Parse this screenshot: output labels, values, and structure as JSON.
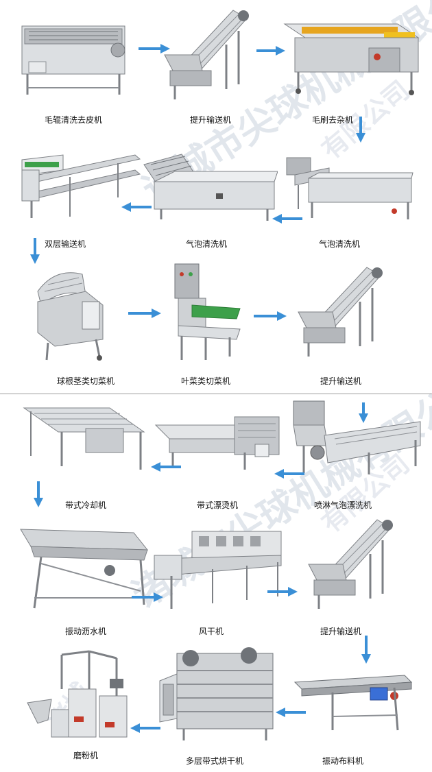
{
  "watermark": {
    "main_upper": "诸城市尖球机械有限公司",
    "main_lower": "诸城市尖球机械有限公司",
    "side_upper": "有限公司",
    "side_lower": "有限公司",
    "left_lower": "诸城"
  },
  "machines": [
    {
      "label": "毛辊清洗去皮机"
    },
    {
      "label": "提升输送机"
    },
    {
      "label": "毛刷去杂机"
    },
    {
      "label": "双层输送机"
    },
    {
      "label": "气泡清洗机"
    },
    {
      "label": "气泡清洗机"
    },
    {
      "label": "球根茎类切菜机"
    },
    {
      "label": "叶菜类切菜机"
    },
    {
      "label": "提升输送机"
    },
    {
      "label": "带式冷却机"
    },
    {
      "label": "带式漂烫机"
    },
    {
      "label": "喷淋气泡漂洗机"
    },
    {
      "label": "振动沥水机"
    },
    {
      "label": "风干机"
    },
    {
      "label": "提升输送机"
    },
    {
      "label": "磨粉机"
    },
    {
      "label": "多层带式烘干机"
    },
    {
      "label": "振动布料机"
    }
  ],
  "colors": {
    "arrow": "#3a8fd6",
    "steel": "#c9ccd0",
    "steel_dark": "#8d9095",
    "panel_red": "#c33a2a",
    "panel_green": "#3da04a",
    "watermark": "#8ca0be"
  }
}
